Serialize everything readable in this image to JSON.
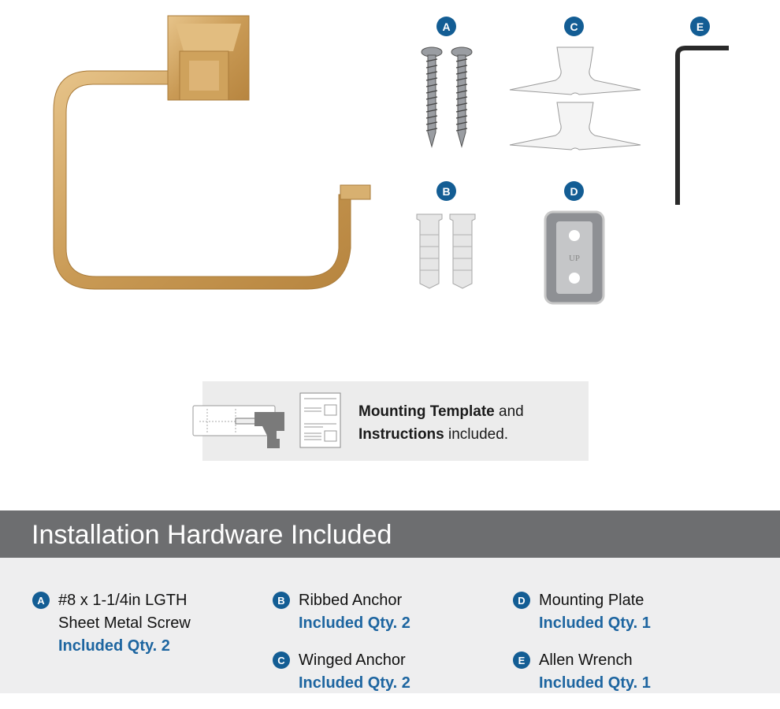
{
  "parts_badges": [
    "A",
    "B",
    "C",
    "D",
    "E"
  ],
  "mounting_plate_mark": "UP",
  "banner": {
    "bold1": "Mounting Template",
    "text1": " and",
    "bold2": "Instructions",
    "text2": " included."
  },
  "section_title": "Installation Hardware Included",
  "items": [
    {
      "letter": "A",
      "name_line1": "#8 x 1-1/4in LGTH",
      "name_line2": "Sheet Metal Screw",
      "qty": "Included Qty. 2"
    },
    {
      "letter": "B",
      "name_line1": "Ribbed Anchor",
      "qty": "Included Qty. 2"
    },
    {
      "letter": "C",
      "name_line1": "Winged Anchor",
      "qty": "Included Qty. 2"
    },
    {
      "letter": "D",
      "name_line1": "Mounting Plate",
      "qty": "Included Qty. 1"
    },
    {
      "letter": "E",
      "name_line1": "Allen Wrench",
      "qty": "Included Qty. 1"
    }
  ],
  "colors": {
    "badge": "#135d94",
    "qty": "#1d65a0",
    "header": "#6d6e70",
    "panel": "#eeeeef",
    "gold": "#d2a862"
  }
}
